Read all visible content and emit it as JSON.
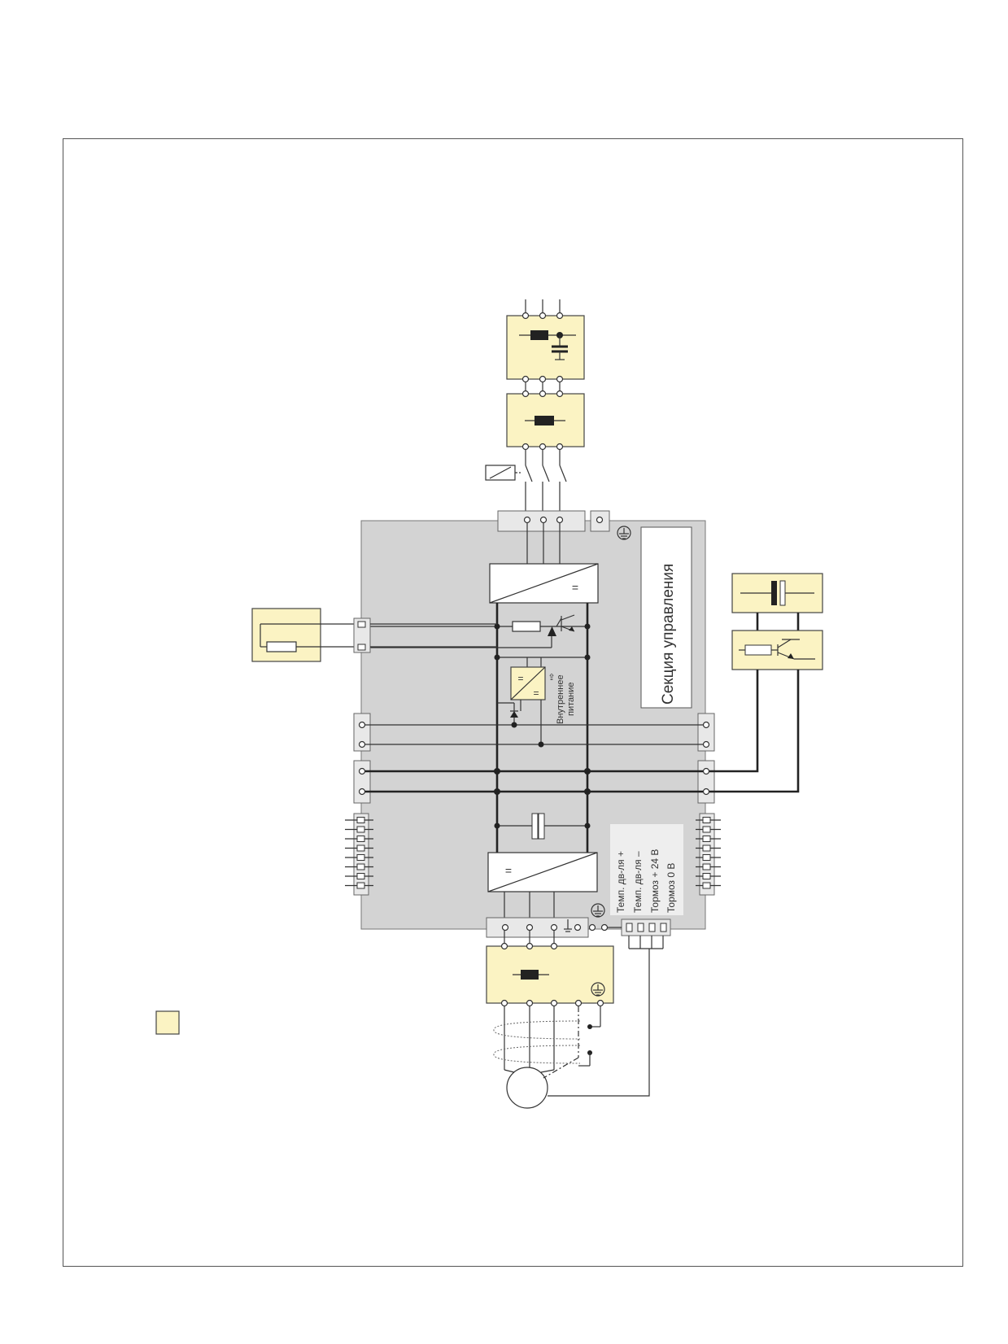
{
  "labels": {
    "control_section": "Секция управления",
    "internal_power_1": "Внутреннее",
    "internal_power_2": "питание",
    "motor_temp_plus": "Темп. дв-ля +",
    "motor_temp_minus": "Темп. дв-ля –",
    "brake_24v": "Тормоз + 24 В",
    "brake_0v": "Тормоз 0 В",
    "dc_symbol": "="
  },
  "colors": {
    "component_fill": "#fbf3c3",
    "drive_fill": "#d3d3d3",
    "terminal_strip_fill": "#e8e8e8",
    "line": "#333333"
  }
}
